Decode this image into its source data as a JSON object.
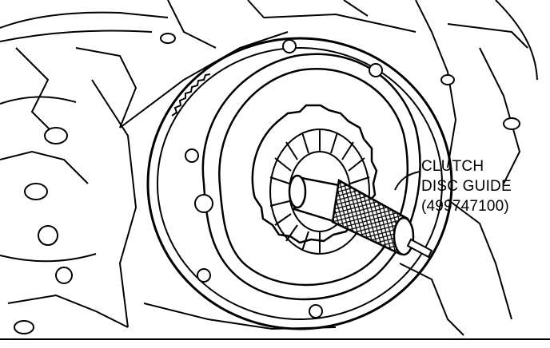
{
  "callout": {
    "line1": "CLUTCH",
    "line2": "DISC GUIDE",
    "line3": "(499747100)"
  }
}
